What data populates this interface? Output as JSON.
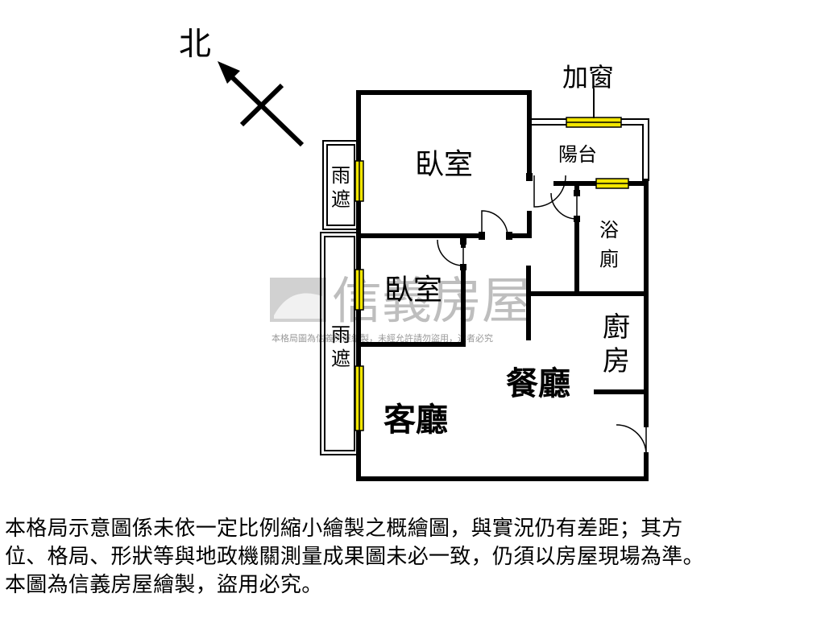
{
  "compass": {
    "north_label": "北"
  },
  "rooms": {
    "bedroom_1": "臥室",
    "bedroom_2": "臥室",
    "balcony": "陽台",
    "bathroom_line1": "浴",
    "bathroom_line2": "廁",
    "kitchen_line1": "廚",
    "kitchen_line2": "房",
    "dining": "餐廳",
    "living": "客廳",
    "canopy_top_line1": "雨",
    "canopy_top_line2": "遮",
    "canopy_bottom_line1": "雨",
    "canopy_bottom_line2": "遮",
    "added_window": "加窗"
  },
  "watermark": {
    "brand": "信義房屋",
    "notice": "本格局圖為信義房屋繪製，未經允許請勿盜用，違者必究"
  },
  "disclaimer": {
    "line1": "本格局示意圖係未依一定比例縮小繪製之概繪圖，與實況仍有差距；其方",
    "line2": "位、格局、形狀等與地政機關測量成果圖未必一致，仍須以房屋現場為準。",
    "line3": "本圖為信義房屋繪製，盜用必究。"
  },
  "colors": {
    "wall": "#000000",
    "window": "#f2e600",
    "watermark": "#8a8a8a",
    "background": "#ffffff"
  }
}
